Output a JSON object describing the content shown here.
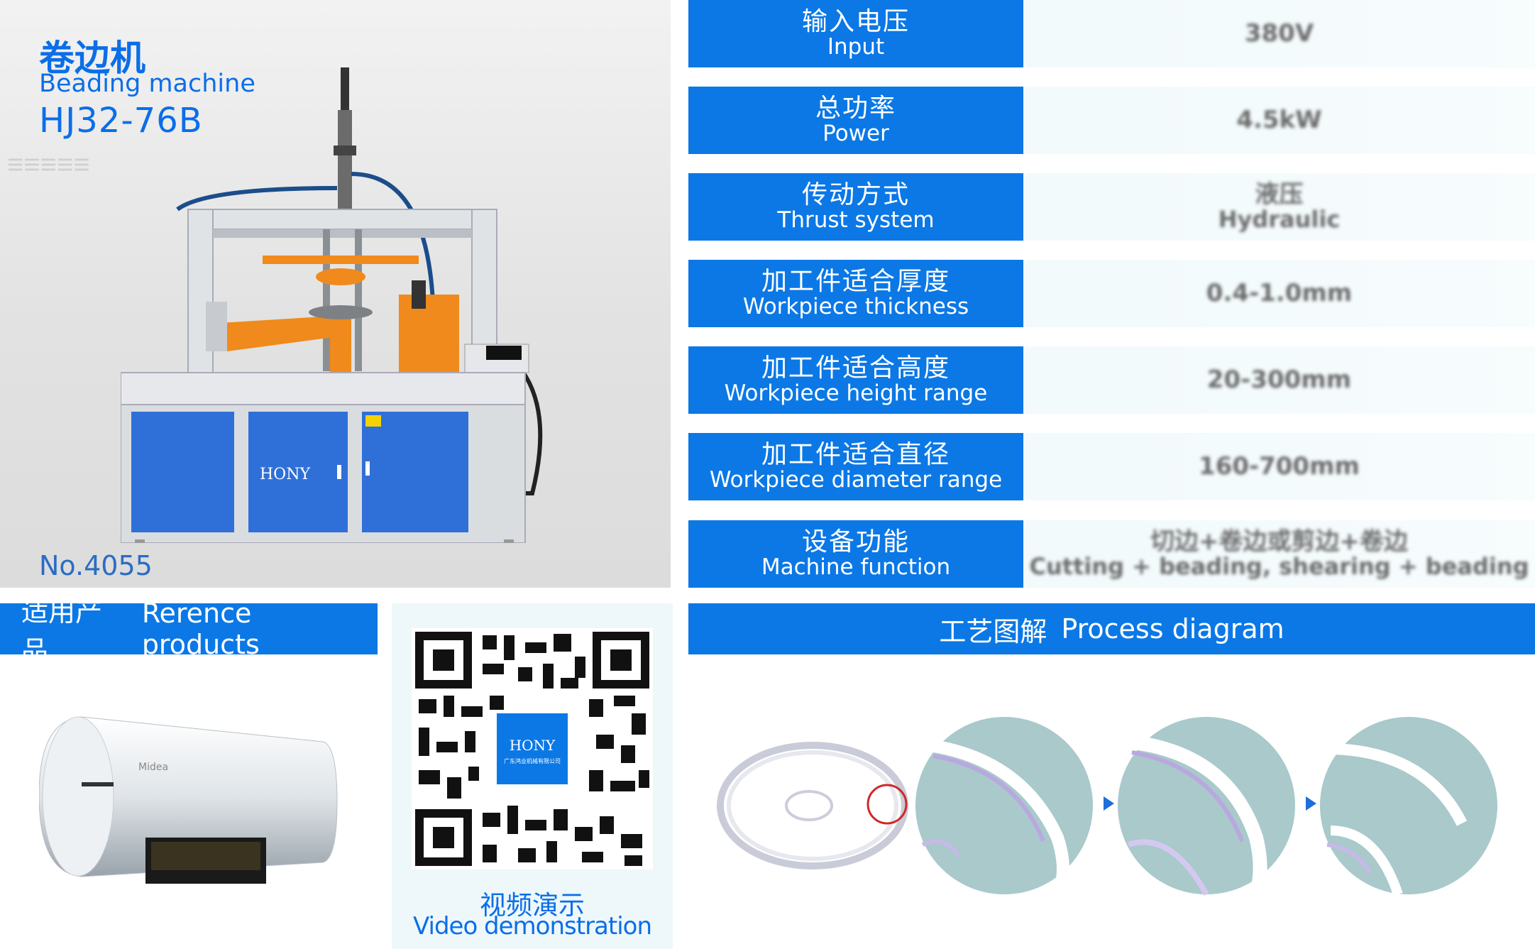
{
  "hero": {
    "title_cn": "卷边机",
    "title_en": "Beading machine",
    "model": "HJ32-76B",
    "number": "No.4055",
    "brand": "HONY"
  },
  "specs": [
    {
      "label_cn": "输入电压",
      "label_en": "Input",
      "value": "380V"
    },
    {
      "label_cn": "总功率",
      "label_en": "Power",
      "value": "4.5kW"
    },
    {
      "label_cn": "传动方式",
      "label_en": "Thrust system",
      "value": "液压",
      "value2": "Hydraulic"
    },
    {
      "label_cn": "加工件适合厚度",
      "label_en": "Workpiece thickness",
      "value": "0.4-1.0mm"
    },
    {
      "label_cn": "加工件适合高度",
      "label_en": "Workpiece height range",
      "value": "20-300mm"
    },
    {
      "label_cn": "加工件适合直径",
      "label_en": "Workpiece diameter range",
      "value": "160-700mm"
    },
    {
      "label_cn": "设备功能",
      "label_en": "Machine function",
      "value": "切边+卷边或剪边+卷边",
      "value2": "Cutting + beading, shearing + beading"
    }
  ],
  "reference": {
    "title_cn": "适用产品",
    "title_en": "Rerence products",
    "product_brand": "Midea"
  },
  "video": {
    "qr_brand": "HONY",
    "qr_sub": "广东鸿业机械有限公司",
    "label_cn": "视频演示",
    "label_en": "Video demonstration"
  },
  "process": {
    "title_cn": "工艺图解",
    "title_en": "Process diagram"
  },
  "colors": {
    "accent": "#0b78e6",
    "machine_blue": "#2f6fd8",
    "machine_orange": "#f08a1c",
    "process_teal": "#a9c9cb"
  }
}
